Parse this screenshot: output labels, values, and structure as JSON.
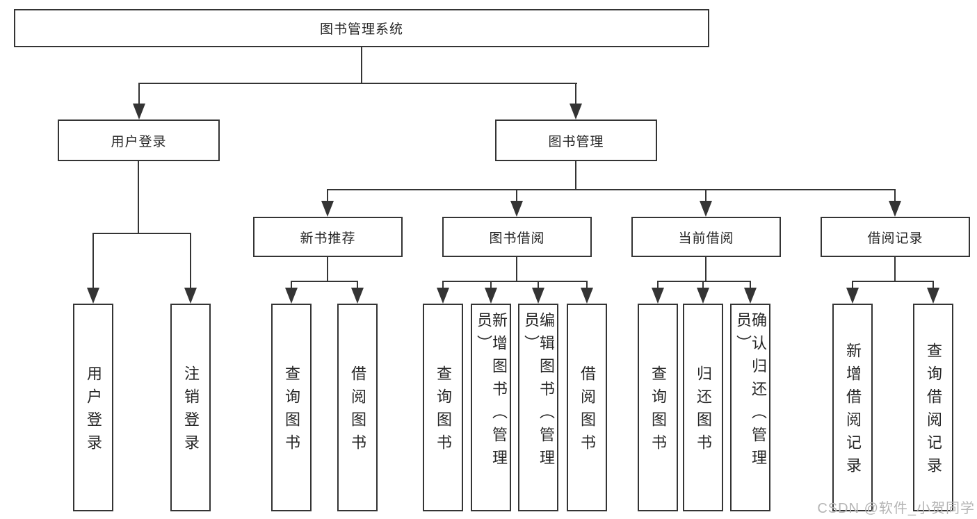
{
  "diagram_title": "图书管理系统",
  "nodes": {
    "root": {
      "label": "图书管理系统"
    },
    "user_login": {
      "label": "用户登录"
    },
    "book_management": {
      "label": "图书管理"
    },
    "new_book_recommend": {
      "label": "新书推荐"
    },
    "book_borrowing": {
      "label": "图书借阅"
    },
    "current_borrowing": {
      "label": "当前借阅"
    },
    "borrowing_records": {
      "label": "借阅记录"
    },
    "user_login_leaf": {
      "label": "用户登录"
    },
    "logout_leaf": {
      "label": "注销登录"
    },
    "query_books_recommend": {
      "label": "查询图书"
    },
    "borrow_books_recommend": {
      "label": "借阅图书"
    },
    "query_books_borrowing": {
      "label": "查询图书"
    },
    "add_books_admin": {
      "label": "新增图书（管理员）"
    },
    "edit_books_admin": {
      "label": "编辑图书（管理员）"
    },
    "borrow_books_borrowing": {
      "label": "借阅图书"
    },
    "query_books_current": {
      "label": "查询图书"
    },
    "return_books": {
      "label": "归还图书"
    },
    "confirm_return_admin": {
      "label": "确认归还（管理员）"
    },
    "add_borrow_record": {
      "label": "新增借阅记录"
    },
    "query_borrow_record": {
      "label": "查询借阅记录"
    }
  },
  "hierarchy": {
    "图书管理系统": {
      "用户登录": [
        "用户登录",
        "注销登录"
      ],
      "图书管理": {
        "新书推荐": [
          "查询图书",
          "借阅图书"
        ],
        "图书借阅": [
          "查询图书",
          "新增图书（管理员）",
          "编辑图书（管理员）",
          "借阅图书"
        ],
        "当前借阅": [
          "查询图书",
          "归还图书",
          "确认归还（管理员）"
        ],
        "借阅记录": [
          "新增借阅记录",
          "查询借阅记录"
        ]
      }
    }
  },
  "watermark": "CSDN @软件_小贺同学",
  "colors": {
    "line": "#343434",
    "text": "#262626",
    "background": "#ffffff",
    "watermark": "#b5b5b5"
  }
}
